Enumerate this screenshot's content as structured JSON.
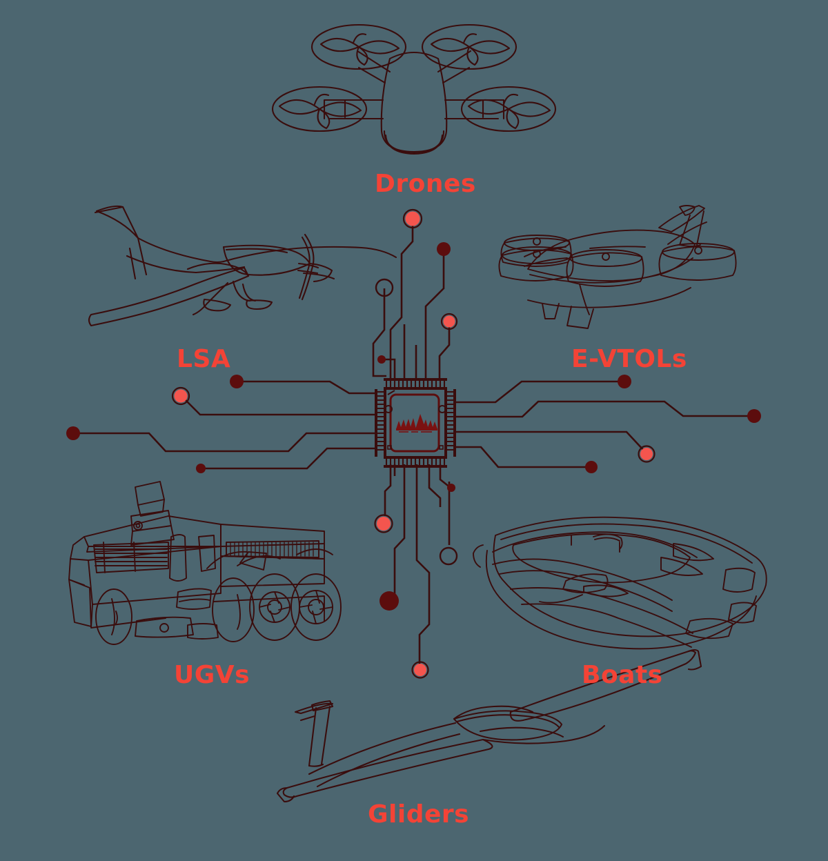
{
  "diagram": {
    "title_hidden": "",
    "background_color": "#4c6670",
    "line_color": "#3a0d0d",
    "accent_color": "#f44336",
    "node_fill_dark": "#5c0d0d",
    "node_fill_light": "#f4554e",
    "center": {
      "name": "microchip",
      "logo_alt": "stylized mountain wing logo"
    },
    "categories": [
      {
        "id": "drones",
        "label": "Drones",
        "icon": "quadcopter-drone-icon",
        "position": "top"
      },
      {
        "id": "lsa",
        "label": "LSA",
        "icon": "light-sport-aircraft-icon",
        "position": "left-upper"
      },
      {
        "id": "evtols",
        "label": "E-VTOLs",
        "icon": "evtol-aircraft-icon",
        "position": "right-upper"
      },
      {
        "id": "ugvs",
        "label": "UGVs",
        "icon": "armored-ground-vehicle-icon",
        "position": "left-lower"
      },
      {
        "id": "boats",
        "label": "Boats",
        "icon": "speedboat-icon",
        "position": "right-lower"
      },
      {
        "id": "gliders",
        "label": "Gliders",
        "icon": "glider-sailplane-icon",
        "position": "bottom"
      }
    ]
  }
}
